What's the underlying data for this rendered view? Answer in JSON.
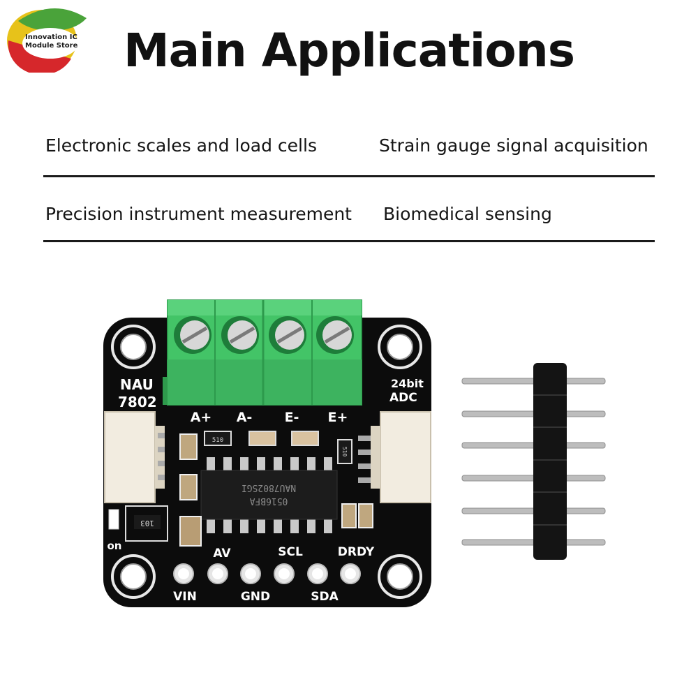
{
  "logo": {
    "text": "Innovation IC\nModule Store"
  },
  "title": "Main Applications",
  "applications": [
    [
      "Electronic scales and load cells",
      "Strain gauge signal acquisition"
    ],
    [
      "Precision instrument measurement",
      "Biomedical sensing"
    ]
  ],
  "board": {
    "chip_label": "NAU\n7802",
    "adc_label": "24bit\nADC",
    "terminal_labels": [
      "A+",
      "A-",
      "E-",
      "E+"
    ],
    "pin_labels_top": [
      "AV",
      "SCL",
      "DRDY"
    ],
    "pin_labels_bottom": [
      "VIN",
      "GND",
      "SDA"
    ],
    "on_label": "on",
    "resistor_code": "103",
    "ic_marking_1": "NAU7802SGI",
    "ic_marking_2": "0516BFA",
    "small_marking_1": "510",
    "small_marking_2": "510"
  },
  "colors": {
    "terminal": "#3fbf63",
    "board": "#0c0c0c",
    "accent_logo_red": "#d6272b",
    "accent_logo_green": "#4aa33a"
  }
}
